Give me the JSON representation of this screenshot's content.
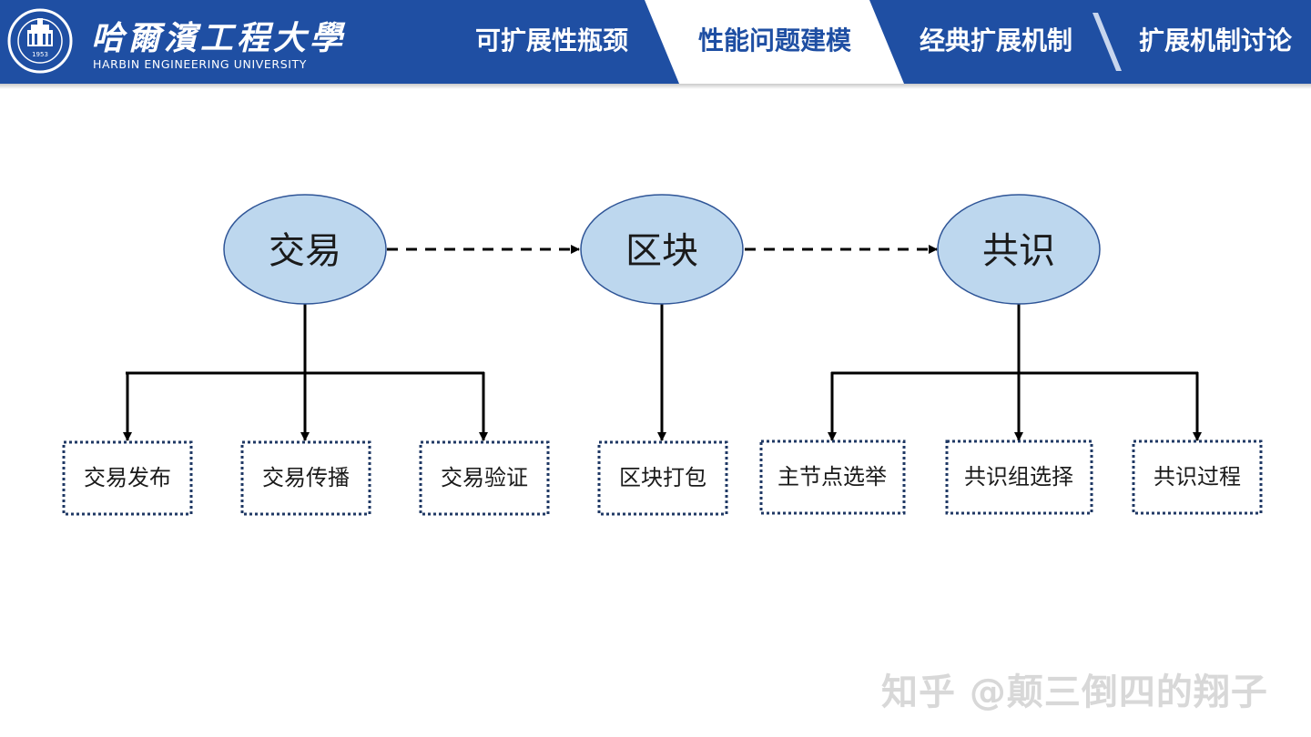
{
  "header": {
    "school_cn": "哈爾濱工程大學",
    "school_en": "HARBIN ENGINEERING UNIVERSITY",
    "seal_year": "1953",
    "tabs": [
      {
        "label": "可扩展性瓶颈",
        "active": false
      },
      {
        "label": "性能问题建模",
        "active": true
      },
      {
        "label": "经典扩展机制",
        "active": false
      },
      {
        "label": "扩展机制讨论",
        "active": false
      }
    ],
    "colors": {
      "bar": "#1f4fa3",
      "active_tab_bg": "#ffffff"
    }
  },
  "diagram": {
    "main_nodes": [
      {
        "id": "tx",
        "label": "交易"
      },
      {
        "id": "block",
        "label": "区块"
      },
      {
        "id": "consensus",
        "label": "共识"
      }
    ],
    "flow": [
      [
        "tx",
        "block"
      ],
      [
        "block",
        "consensus"
      ]
    ],
    "children": {
      "tx": [
        "交易发布",
        "交易传播",
        "交易验证"
      ],
      "block": [
        "区块打包"
      ],
      "consensus": [
        "主节点选举",
        "共识组选择",
        "共识过程"
      ]
    },
    "colors": {
      "ellipse_fill": "#bdd7ee",
      "ellipse_stroke": "#2f5597",
      "box_border": "#1f3864"
    }
  },
  "watermark": "知乎 @颠三倒四的翔子"
}
